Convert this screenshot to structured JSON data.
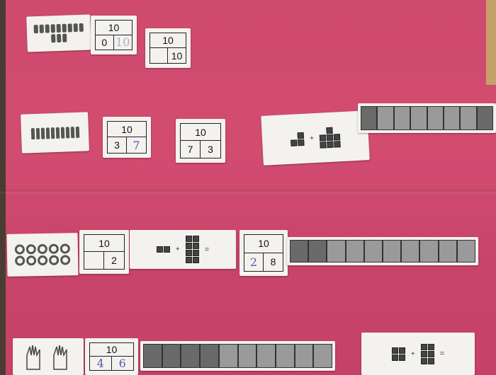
{
  "rows": [
    {
      "bonds": [
        {
          "whole": "10",
          "parts": [
            "0",
            "10"
          ]
        },
        {
          "whole": "10",
          "parts": [
            "",
            "10"
          ]
        }
      ]
    },
    {
      "bonds": [
        {
          "whole": "10",
          "parts": [
            "3",
            "7"
          ]
        },
        {
          "whole": "10",
          "parts": [
            "7",
            "3"
          ]
        }
      ]
    },
    {
      "bonds": [
        {
          "whole": "10",
          "parts": [
            "",
            "2"
          ]
        },
        {
          "whole": "10",
          "parts": [
            "2",
            "8"
          ]
        }
      ],
      "equation_sign": "="
    },
    {
      "bonds": [
        {
          "whole": "10",
          "parts": [
            "4",
            "6"
          ]
        }
      ],
      "equation_sign": "="
    }
  ],
  "symbols": {
    "plus": "+"
  },
  "colors": {
    "paper": "#d24c70",
    "card": "#f4f2ee",
    "handwriting": "#5b58a8"
  }
}
